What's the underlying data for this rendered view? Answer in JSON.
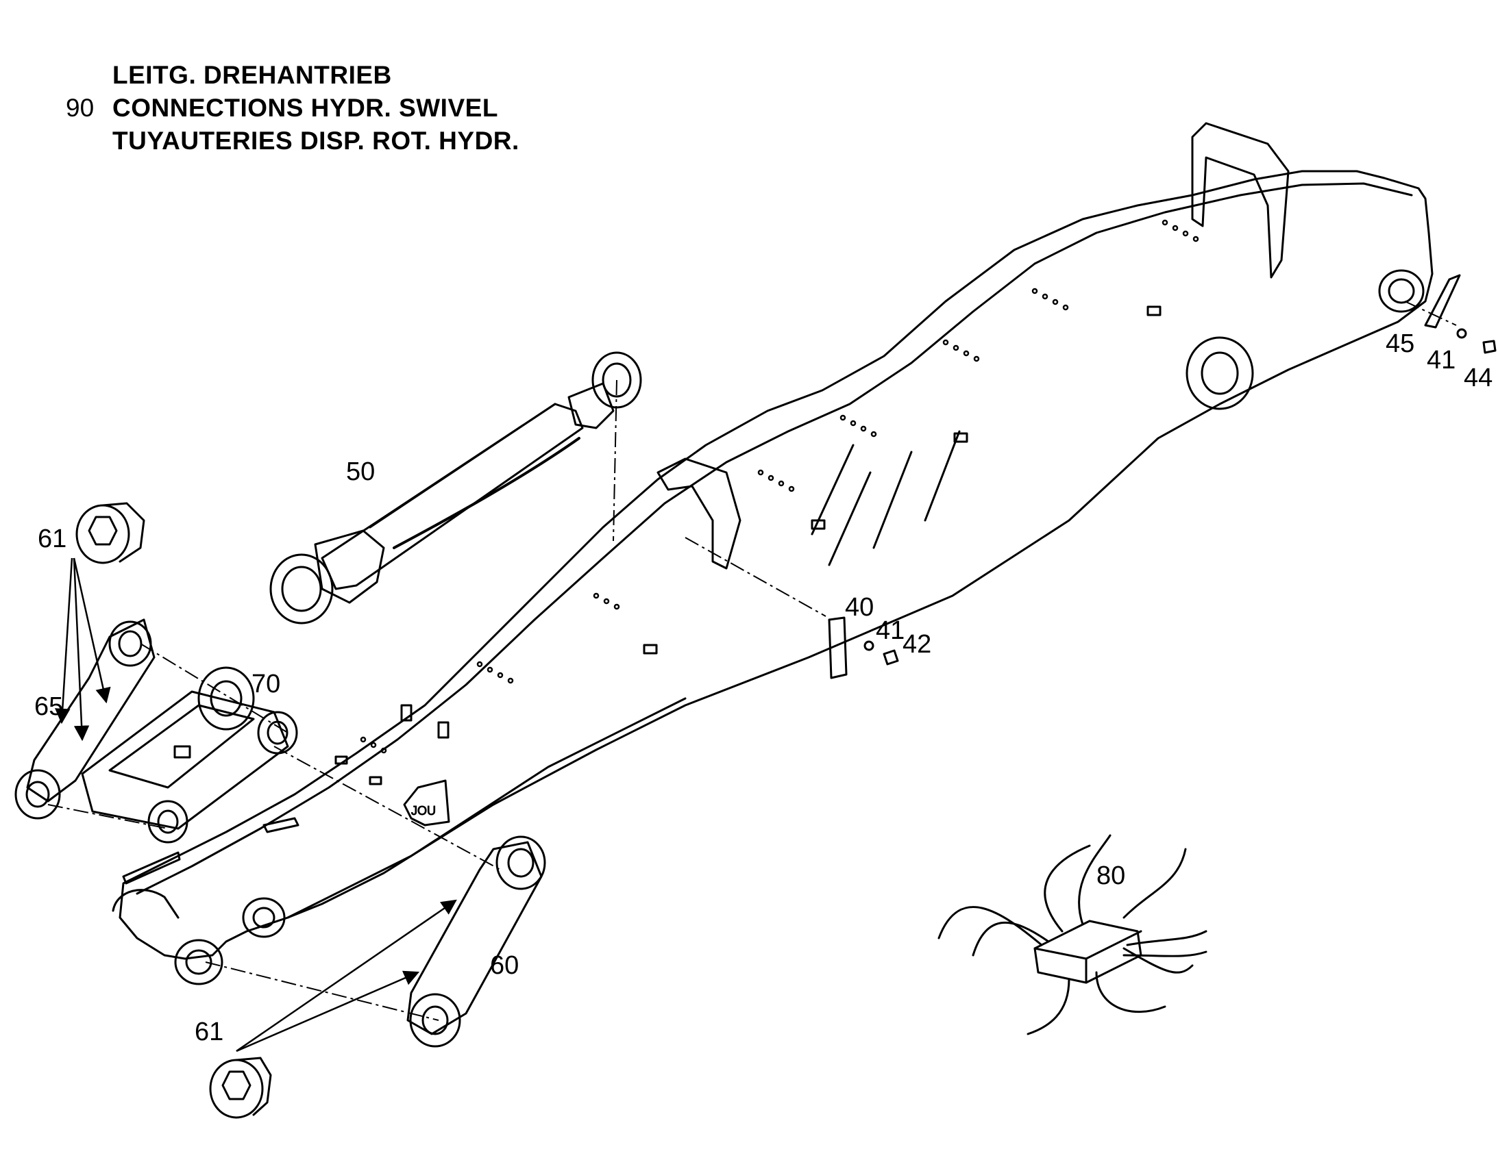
{
  "header": {
    "group_number": "90",
    "line_de": "LEITG. DREHANTRIEB",
    "line_en": "CONNECTIONS HYDR. SWIVEL",
    "line_fr": "TUYAUTERIES DISP. ROT. HYDR."
  },
  "callouts": {
    "c50": "50",
    "c61_top": "61",
    "c65": "65",
    "c70": "70",
    "c40": "40",
    "c41_mid": "41",
    "c42": "42",
    "c45": "45",
    "c41_right": "41",
    "c44": "44",
    "c80": "80",
    "c60": "60",
    "c61_bottom": "61"
  },
  "colors": {
    "line": "#000000",
    "paper": "#ffffff"
  }
}
